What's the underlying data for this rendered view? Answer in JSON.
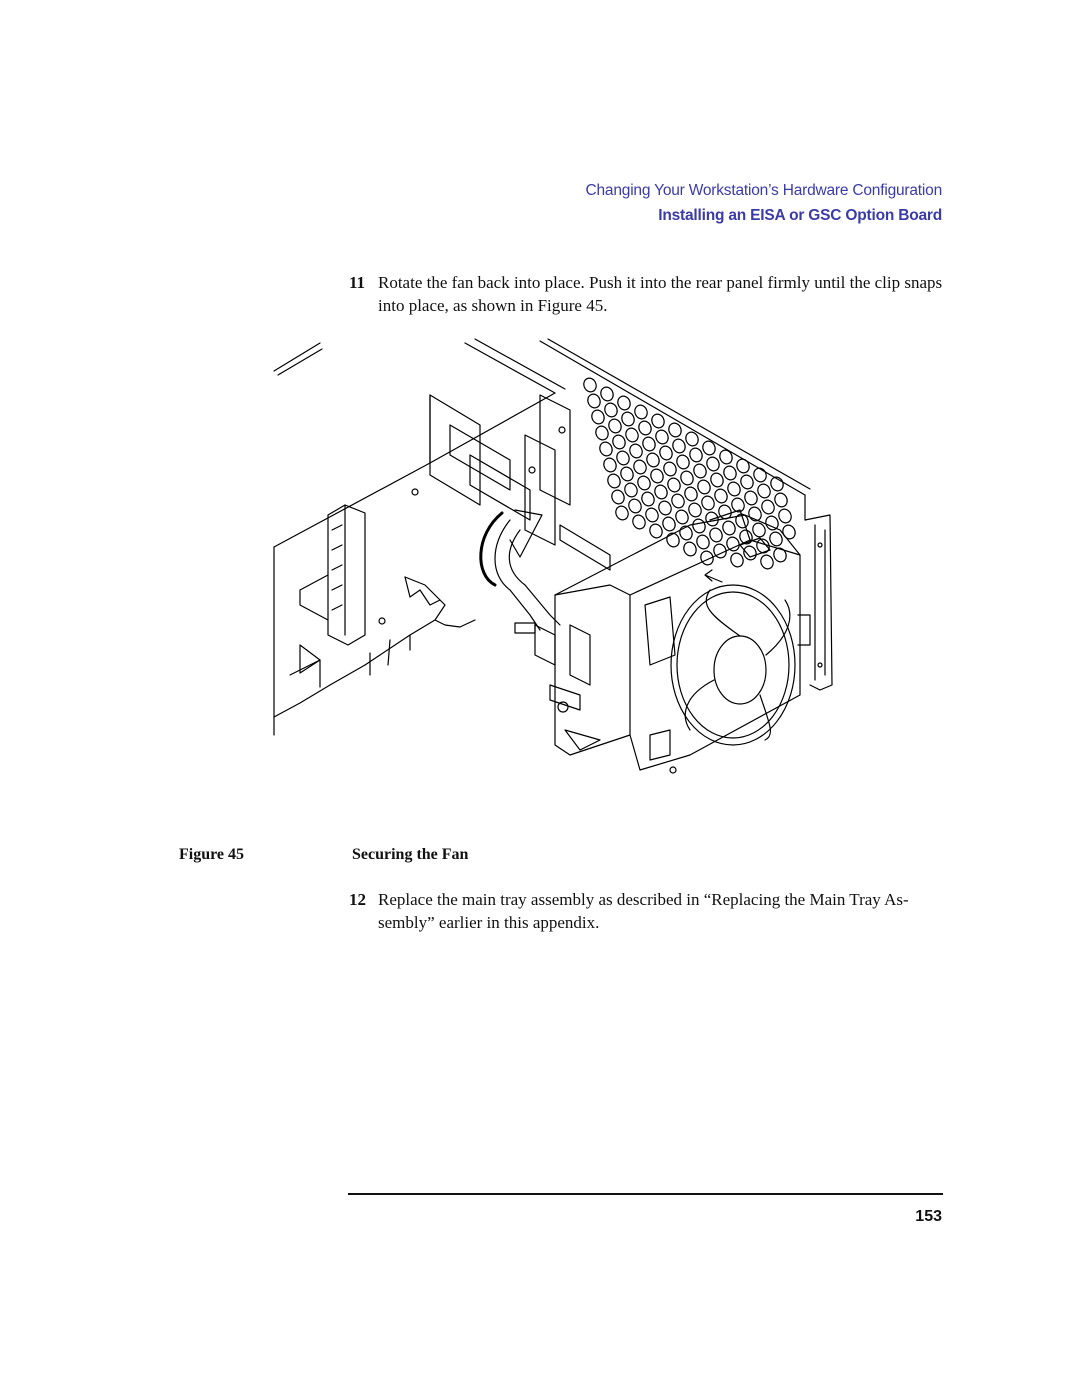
{
  "header": {
    "chapter": "Changing Your Workstation’s Hardware Configuration",
    "section": "Installing an EISA or GSC Option Board"
  },
  "steps": [
    {
      "number": "11",
      "text": "Rotate the fan back into place. Push it into the rear panel firmly until the clip snaps into place, as shown in Figure 45."
    },
    {
      "number": "12",
      "text": "Replace the main tray assembly as described in “Replacing the Main Tray As-sembly” earlier in this appendix."
    }
  ],
  "figure": {
    "label": "Figure 45",
    "caption": "Securing the Fan"
  },
  "footer": {
    "page_number": "153"
  },
  "colors": {
    "header": "#3b3ba8",
    "text": "#111111",
    "line_art": "#000000"
  }
}
